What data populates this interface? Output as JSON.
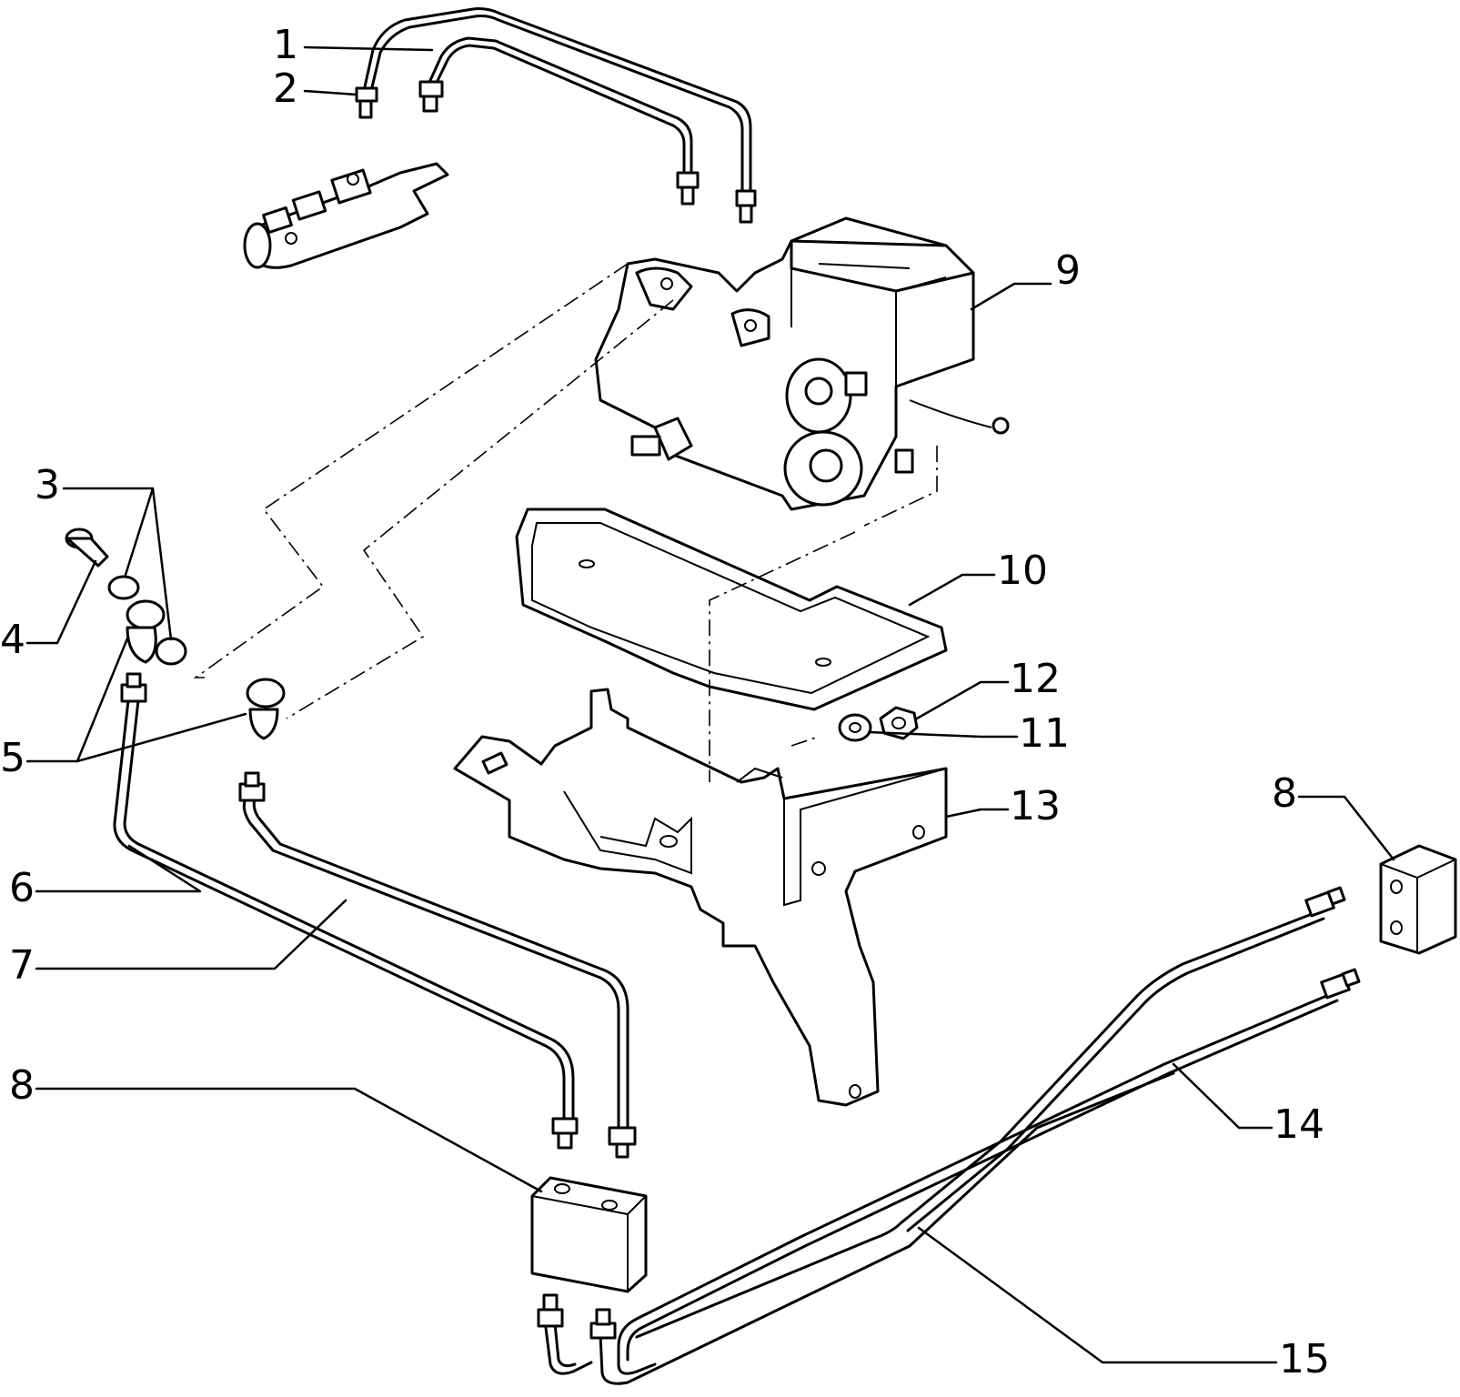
{
  "callouts": [
    {
      "id": "1",
      "text": "1"
    },
    {
      "id": "2",
      "text": "2"
    },
    {
      "id": "3",
      "text": "3"
    },
    {
      "id": "4",
      "text": "4"
    },
    {
      "id": "5",
      "text": "5"
    },
    {
      "id": "6",
      "text": "6"
    },
    {
      "id": "7",
      "text": "7"
    },
    {
      "id": "8a",
      "text": "8"
    },
    {
      "id": "8b",
      "text": "8"
    },
    {
      "id": "9",
      "text": "9"
    },
    {
      "id": "10",
      "text": "10"
    },
    {
      "id": "11",
      "text": "11"
    },
    {
      "id": "12",
      "text": "12"
    },
    {
      "id": "13",
      "text": "13"
    },
    {
      "id": "14",
      "text": "14"
    },
    {
      "id": "15",
      "text": "15"
    }
  ]
}
